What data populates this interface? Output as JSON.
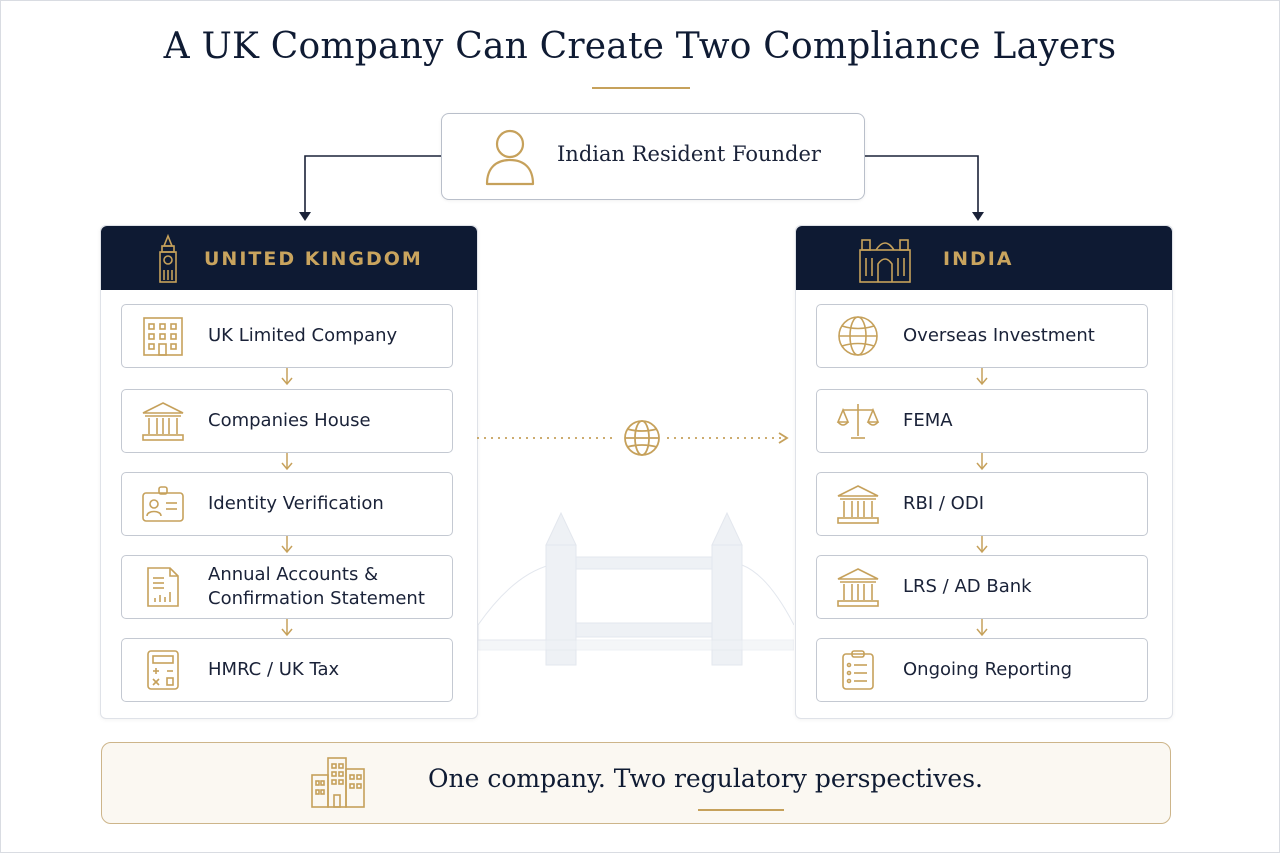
{
  "title": "A UK Company Can Create Two Compliance Layers",
  "founder": {
    "label": "Indian Resident Founder",
    "icon": "person-icon"
  },
  "left_panel": {
    "title": "UNITED KINGDOM",
    "icon": "big-ben-icon",
    "steps": [
      {
        "label": "UK Limited Company",
        "icon": "office-building-icon"
      },
      {
        "label": "Companies House",
        "icon": "government-building-icon"
      },
      {
        "label": "Identity Verification",
        "icon": "id-card-icon"
      },
      {
        "label": "Annual Accounts & Confirmation Statement",
        "icon": "report-document-icon"
      },
      {
        "label": "HMRC / UK Tax",
        "icon": "calculator-icon"
      }
    ]
  },
  "right_panel": {
    "title": "INDIA",
    "icon": "gateway-of-india-icon",
    "steps": [
      {
        "label": "Overseas Investment",
        "icon": "globe-icon"
      },
      {
        "label": "FEMA",
        "icon": "scales-icon"
      },
      {
        "label": "RBI / ODI",
        "icon": "bank-building-icon"
      },
      {
        "label": "LRS / AD Bank",
        "icon": "bank-building-icon"
      },
      {
        "label": "Ongoing Reporting",
        "icon": "clipboard-icon"
      }
    ]
  },
  "banner": {
    "text": "One company. Two regulatory perspectives.",
    "icon": "city-buildings-icon"
  },
  "colors": {
    "navy": "#0e1a33",
    "gold": "#c6a15b",
    "border": "#c4c9d2",
    "banner_bg": "#fbf8f2"
  }
}
